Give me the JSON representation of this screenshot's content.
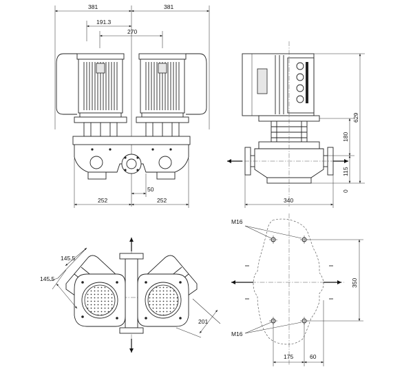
{
  "front_view": {
    "dim_top_left": "381",
    "dim_top_right": "381",
    "dim_191": "191.3",
    "dim_270": "270",
    "dim_50": "50",
    "dim_bottom_left": "252",
    "dim_bottom_right": "252"
  },
  "side_view": {
    "dim_height": "629",
    "dim_180": "180",
    "dim_115": "115",
    "dim_0": "0",
    "dim_width": "340"
  },
  "top_view": {
    "dim_145a": "145.5",
    "dim_145b": "145.5",
    "dim_201": "201"
  },
  "foundation_view": {
    "label_m16_top": "M16",
    "label_m16_bottom": "M16",
    "dim_350": "350",
    "dim_175": "175",
    "dim_60": "60"
  },
  "colors": {
    "line": "#222222",
    "background": "#ffffff"
  }
}
